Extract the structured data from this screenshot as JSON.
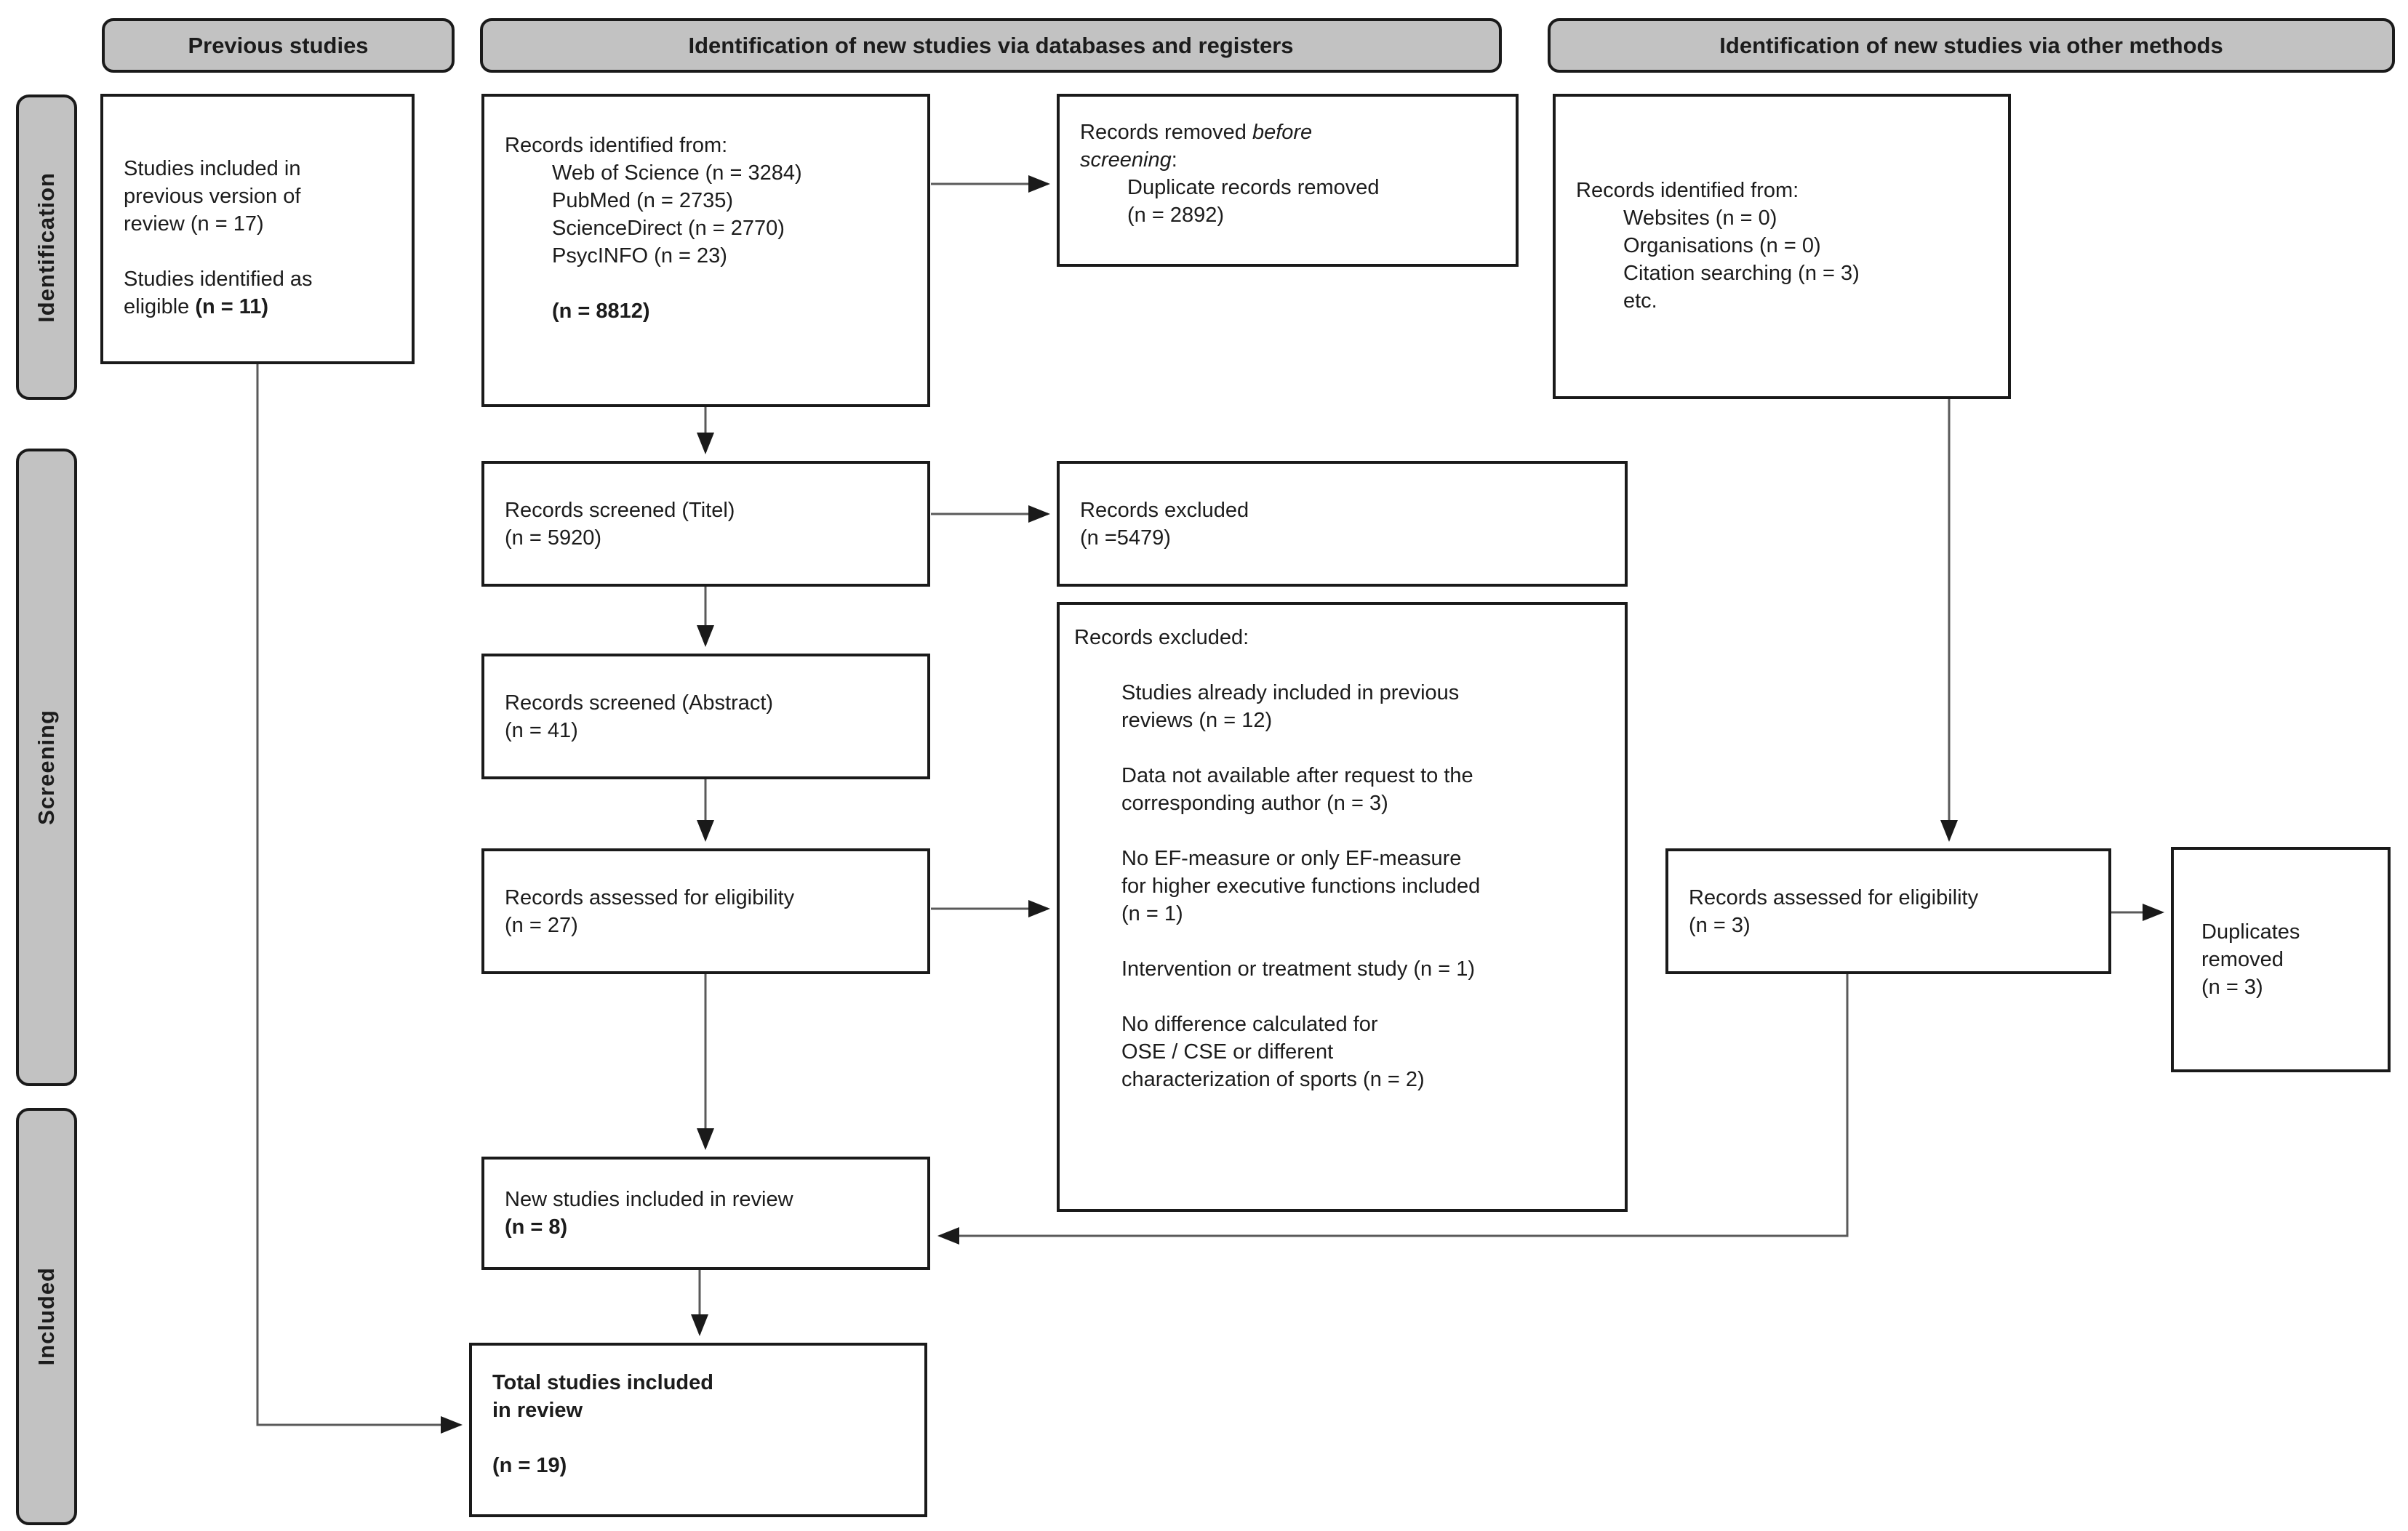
{
  "colors": {
    "header_fill": "#c2c2c2",
    "box_border": "#1a1a1a",
    "arrow_line": "#5a5a5a",
    "arrow_head": "#1a1a1a"
  },
  "headers": {
    "previous": "Previous studies",
    "databases": "Identification of new studies via databases and registers",
    "other_methods": "Identification of new studies via other methods"
  },
  "side_labels": {
    "identification": "Identification",
    "screening": "Screening",
    "included": "Included"
  },
  "boxes": {
    "previous": {
      "p1l1": "Studies included in",
      "p1l2": "previous version of",
      "p1l3": "review (n = 17)",
      "p2l1": "Studies identified as",
      "p2l2_normal": "eligible ",
      "p2l2_bold": "(n = 11)"
    },
    "db_records": {
      "title": "Records identified from:",
      "items": [
        "Web of Science (n = 3284)",
        "PubMed (n = 2735)",
        "ScienceDirect (n = 2770)",
        "PsycINFO (n = 23)"
      ],
      "total_bold": "(n = 8812)"
    },
    "removed_before": {
      "l1_normal": "Records removed ",
      "l1_italic": "before",
      "l2_italic": "screening",
      "l2_colon": ":",
      "l3": "Duplicate records removed",
      "l4": "(n = 2892)"
    },
    "other_records": {
      "title": "Records identified from:",
      "items": [
        "Websites (n = 0)",
        "Organisations (n = 0)",
        "Citation searching (n = 3)",
        "etc."
      ]
    },
    "screened_title": {
      "l1": "Records screened (Titel)",
      "l2": "(n = 5920)"
    },
    "excluded_title": {
      "l1": "Records excluded",
      "l2": "(n =5479)"
    },
    "screened_abstract": {
      "l1": "Records screened (Abstract)",
      "l2": "(n = 41)"
    },
    "assessed_db": {
      "l1": "Records assessed for eligibility",
      "l2": "(n = 27)"
    },
    "excluded_full": {
      "title": "Records excluded:",
      "reasons": [
        [
          "Studies already included in previous",
          "reviews (n = 12)"
        ],
        [
          "Data not available after request to the",
          "corresponding author (n = 3)"
        ],
        [
          "No EF-measure or only EF-measure",
          "for higher executive functions included",
          "(n = 1)"
        ],
        [
          "Intervention or treatment study (n = 1)"
        ],
        [
          "No difference calculated for",
          "OSE / CSE or different",
          "characterization of sports (n = 2)"
        ]
      ]
    },
    "assessed_other": {
      "l1": "Records assessed for eligibility",
      "l2": "(n = 3)"
    },
    "duplicates": {
      "l1": "Duplicates",
      "l2": "removed",
      "l3": "(n = 3)"
    },
    "new_studies": {
      "l1": "New studies included in review",
      "l2_bold": "(n = 8)"
    },
    "total_studies": {
      "l1": "Total studies included",
      "l2": "in review",
      "l3": "(n = 19)"
    }
  }
}
